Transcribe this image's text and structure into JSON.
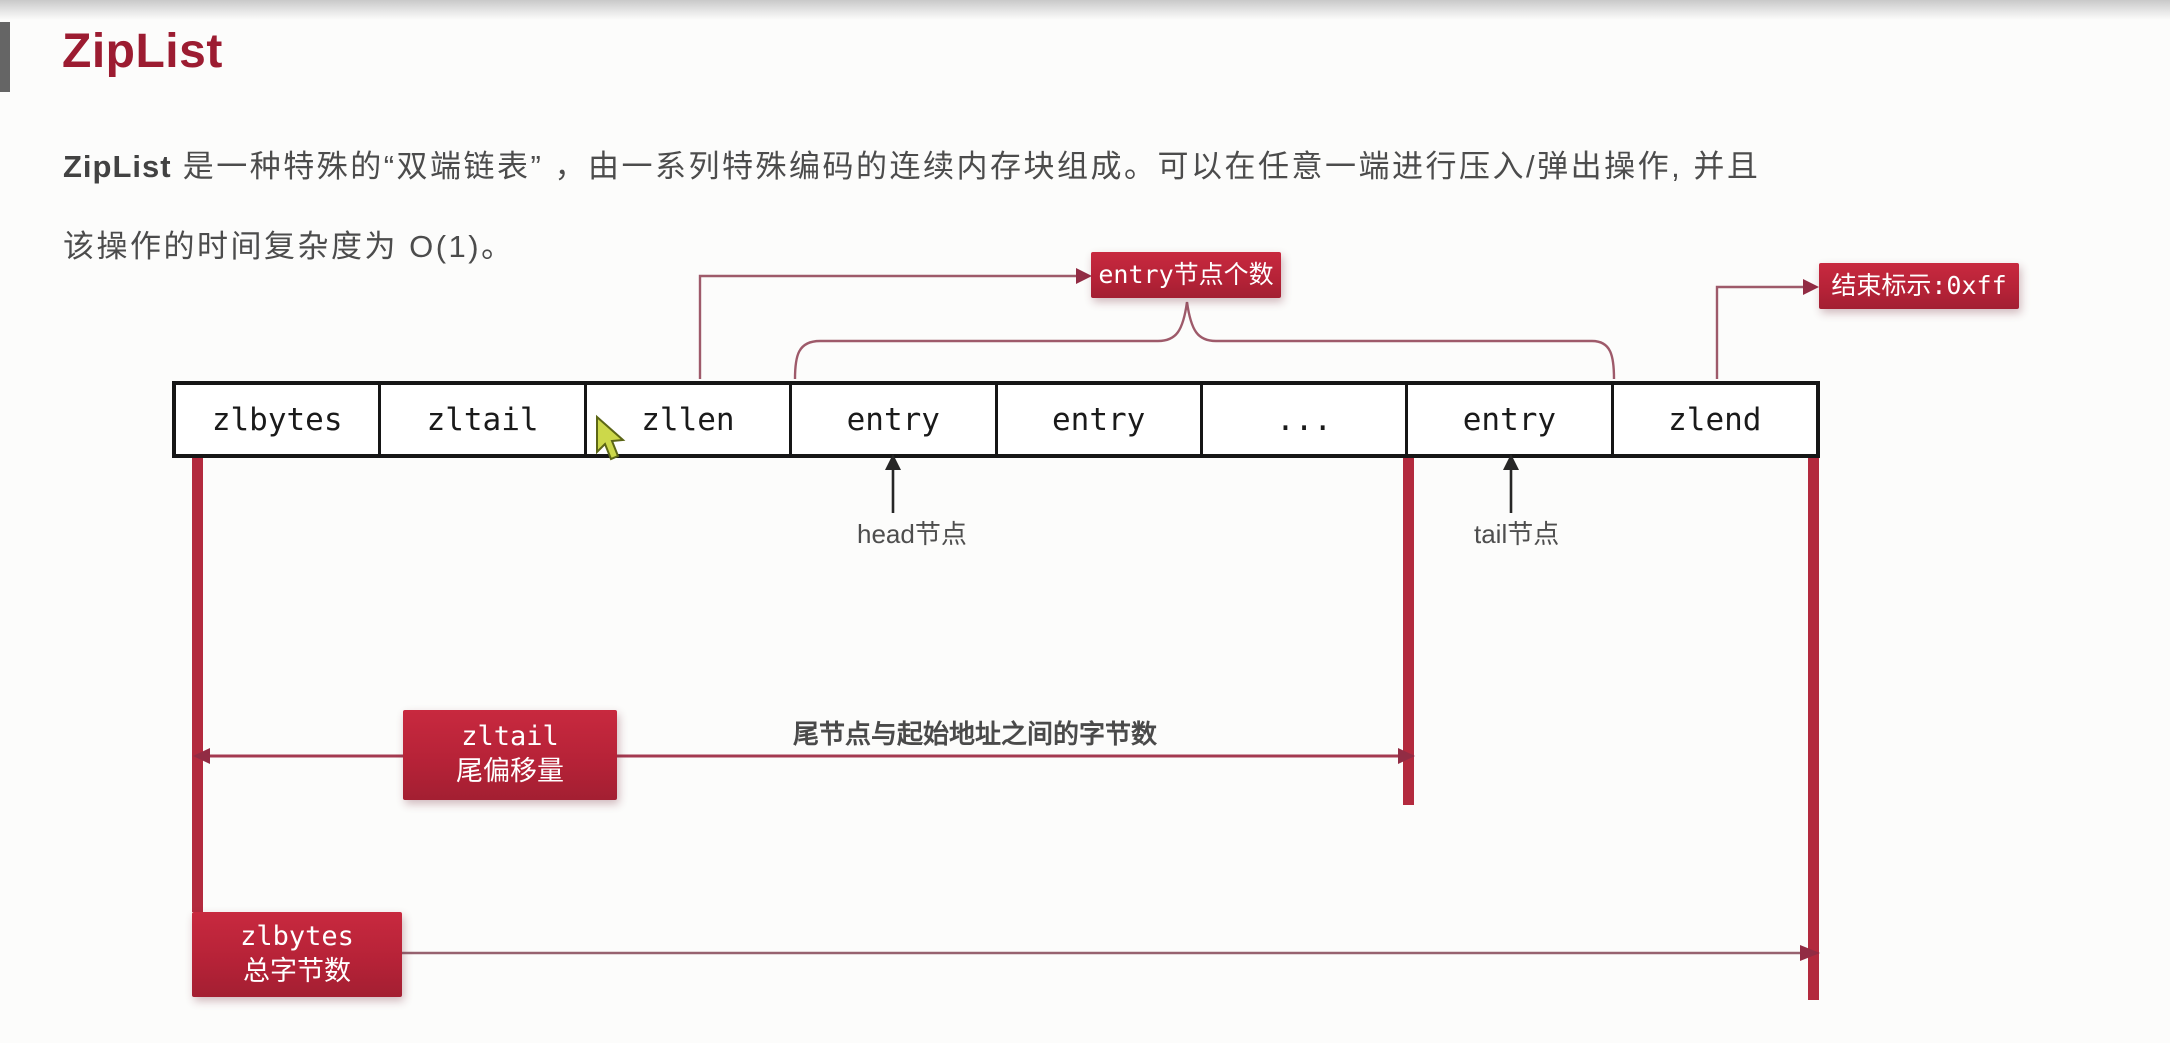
{
  "slide": {
    "title": "ZipList",
    "paragraph": {
      "lead": "ZipList",
      "line1_rest": " 是一种特殊的“双端链表” ，由一系列特殊编码的连续内存块组成。可以在任意一端进行压入/弹出操作, 并且",
      "line2": "该操作的时间复杂度为 O(1)。"
    }
  },
  "diagram": {
    "memory_cells": [
      "zlbytes",
      "zltail",
      "zllen",
      "entry",
      "entry",
      "...",
      "entry",
      "zlend"
    ],
    "callouts": {
      "entry_count": "entry节点个数",
      "end_marker": "结束标示:0xff",
      "zltail": {
        "code": "zltail",
        "desc": "尾偏移量"
      },
      "zlbytes": {
        "code": "zlbytes",
        "desc": "总字节数"
      }
    },
    "annotations": {
      "head_node": "head节点",
      "tail_node": "tail节点",
      "tail_offset": "尾节点与起始地址之间的字节数"
    },
    "colors": {
      "title_red": "#9c1c31",
      "callout_red": "#b52237",
      "bar_red": "#b32a3e",
      "connector_rose": "#9e5a6a",
      "arrow_dark_red": "#922c44",
      "text_gray": "#4c4c4c"
    }
  }
}
